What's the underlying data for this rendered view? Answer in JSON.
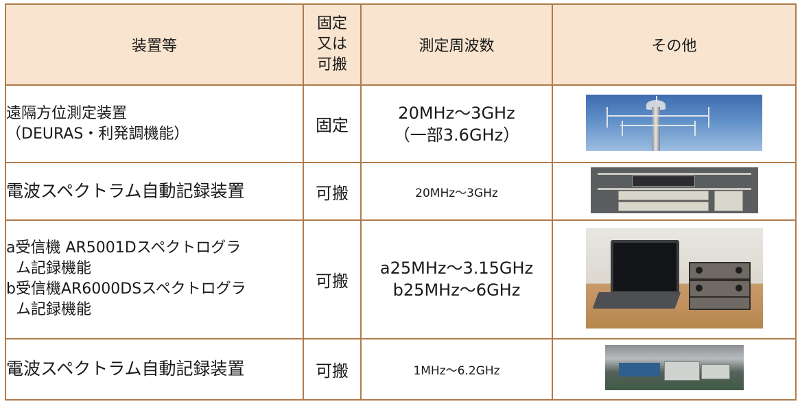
{
  "header": {
    "device": "装置等",
    "type_lines": [
      "固定",
      "又は",
      "可搬"
    ],
    "freq": "測定周波数",
    "other": "その他"
  },
  "rows": [
    {
      "name_lines": [
        "遠隔方位測定装置",
        "（DEURAS・利発調機能）"
      ],
      "type": "固定",
      "freq_lines": [
        "20MHz～3GHz",
        "（一部3.6GHz）"
      ],
      "photo": "antenna-tower-photo"
    },
    {
      "name_lines": [
        "電波スペクトラム自動記録装置"
      ],
      "type": "可搬",
      "freq_lines": [
        "20MHz～3GHz"
      ],
      "photo": "equipment-rack-photo"
    },
    {
      "name_lines": [
        "a受信機 AR5001Dスペクトログラ",
        "ム記録機能",
        "b受信機AR6000DSスペクトログラ",
        "ム記録機能"
      ],
      "type": "可搬",
      "freq_lines": [
        "a25MHz～3.15GHz",
        "b25MHz～6GHz"
      ],
      "photo": "laptop-receiver-photo"
    },
    {
      "name_lines": [
        "電波スペクトラム自動記録装置"
      ],
      "type": "可搬",
      "freq_lines": [
        "1MHz～6.2GHz"
      ],
      "photo": "vehicle-equipment-photo"
    }
  ],
  "colors": {
    "border": "#b07a4a",
    "header_bg": "#f8e4cf"
  }
}
